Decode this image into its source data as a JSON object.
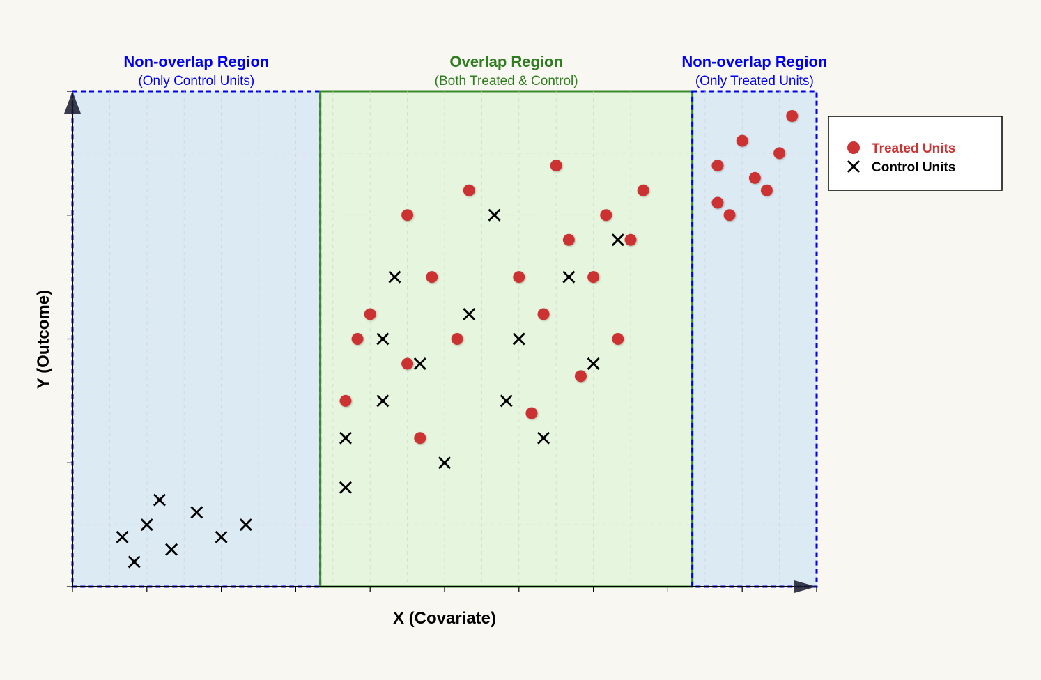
{
  "chart_data": {
    "type": "scatter",
    "title": "",
    "xlabel": "X (Covariate)",
    "ylabel": "Y (Outcome)",
    "xlim": [
      0,
      10
    ],
    "ylim": [
      0,
      4
    ],
    "grid": true,
    "legend_position": "outside-right-top",
    "colors": {
      "treated": "#cc3333",
      "control": "#000000",
      "nonoverlap_fill": "#dbeaf3",
      "nonoverlap_border": "#0000ee",
      "nonoverlap_text": "#0000ee",
      "overlap_fill": "#e6f5dd",
      "overlap_border": "#3a8a2a",
      "overlap_text": "#2e7d1e"
    },
    "regions": [
      {
        "id": "left",
        "kind": "nonoverlap",
        "x_range": [
          0,
          3.33
        ],
        "title": "Non-overlap Region",
        "subtitle": "(Only Control Units)"
      },
      {
        "id": "middle",
        "kind": "overlap",
        "x_range": [
          3.33,
          8.33
        ],
        "title": "Overlap Region",
        "subtitle": "(Both Treated & Control)"
      },
      {
        "id": "right",
        "kind": "nonoverlap",
        "x_range": [
          8.33,
          10
        ],
        "title": "Non-overlap Region",
        "subtitle": "(Only Treated Units)"
      }
    ],
    "series": [
      {
        "name": "Treated Units",
        "marker": "circle",
        "x": [
          3.67,
          3.83,
          4.0,
          4.5,
          4.5,
          4.67,
          4.83,
          5.17,
          5.33,
          6.0,
          6.17,
          6.33,
          6.5,
          6.67,
          6.83,
          7.0,
          7.17,
          7.33,
          7.5,
          7.67,
          8.67,
          8.67,
          8.83,
          9.0,
          9.17,
          9.33,
          9.5,
          9.67
        ],
        "y": [
          1.5,
          2.0,
          2.2,
          1.8,
          3.0,
          1.2,
          2.5,
          2.0,
          3.2,
          2.5,
          1.4,
          2.2,
          3.4,
          2.8,
          1.7,
          2.5,
          3.0,
          2.0,
          2.8,
          3.2,
          3.4,
          3.1,
          3.0,
          3.6,
          3.3,
          3.2,
          3.5,
          3.8
        ]
      },
      {
        "name": "Control Units",
        "marker": "x",
        "x": [
          0.67,
          0.83,
          1.0,
          1.17,
          1.33,
          1.67,
          2.0,
          2.33,
          3.67,
          3.67,
          4.17,
          4.17,
          4.33,
          4.67,
          5.0,
          5.33,
          5.67,
          5.83,
          6.0,
          6.33,
          6.67,
          7.0,
          7.33
        ],
        "y": [
          0.4,
          0.2,
          0.5,
          0.7,
          0.3,
          0.6,
          0.4,
          0.5,
          0.8,
          1.2,
          1.5,
          2.0,
          2.5,
          1.8,
          1.0,
          2.2,
          3.0,
          1.5,
          2.0,
          1.2,
          2.5,
          1.8,
          2.8
        ]
      }
    ]
  }
}
